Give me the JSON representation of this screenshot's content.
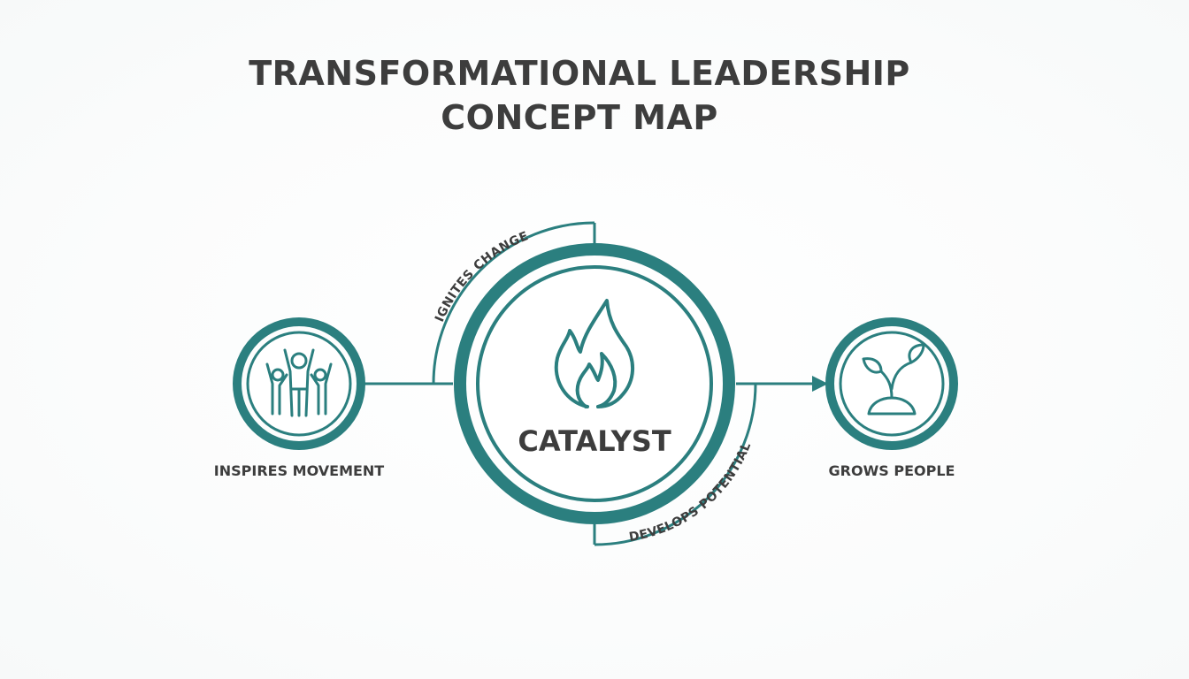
{
  "title": {
    "line1": "TRANSFORMATIONAL LEADERSHIP",
    "line2": "CONCEPT MAP"
  },
  "center_node": {
    "label": "CATALYST",
    "icon": "flame-icon"
  },
  "left_node": {
    "label": "INSPIRES MOVEMENT",
    "icon": "people-celebrating-icon"
  },
  "right_node": {
    "label": "GROWS PEOPLE",
    "icon": "sprout-icon"
  },
  "arc_labels": {
    "top": "IGNITES CHANGE",
    "bottom": "DEVELOPS POTENTIAL"
  },
  "colors": {
    "teal": "#2b7f7f",
    "text": "#3d3d3d"
  }
}
